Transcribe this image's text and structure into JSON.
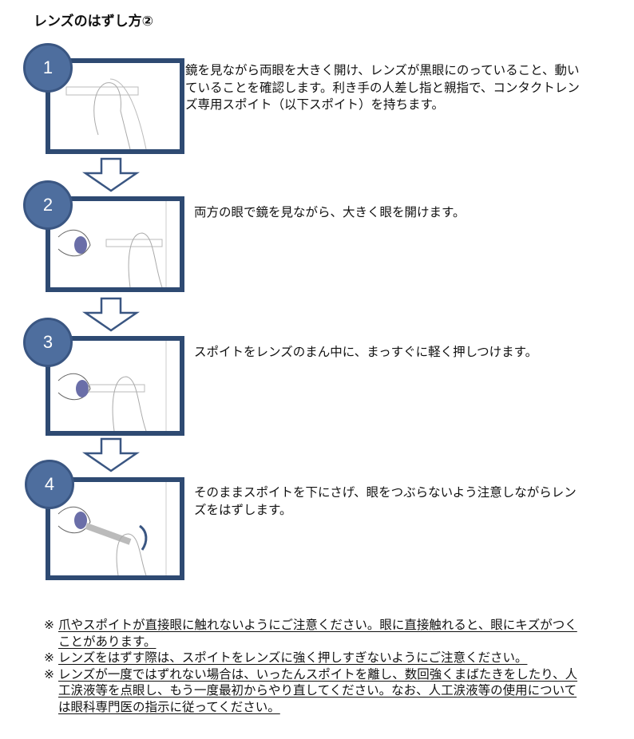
{
  "title": "レンズのはずし方②",
  "steps": [
    {
      "number": "1",
      "text": "鏡を見ながら両眼を大きく開け、レンズが黒眼にのっていること、動いていることを確認します。利き手の人差し指と親指で、コンタクトレンズ専用スポイト（以下スポイト）を持ちます。"
    },
    {
      "number": "2",
      "text": "両方の眼で鏡を見ながら、大きく眼を開けます。"
    },
    {
      "number": "3",
      "text": "スポイトをレンズのまん中に、まっすぐに軽く押しつけます。"
    },
    {
      "number": "4",
      "text": "そのままスポイトを下にさげ、眼をつぶらないよう注意しながらレンズをはずします。"
    }
  ],
  "notes": {
    "mark": "※",
    "items": [
      "爪やスポイトが直接眼に触れないようにご注意ください。眼に直接触れると、眼にキズがつくことがあります。",
      "レンズをはずす際は、スポイトをレンズに強く押しすぎないようにご注意ください。",
      "レンズが一度ではずれない場合は、いったんスポイトを離し、数回強くまばたきをしたり、人工涙液等を点眼し、もう一度最初からやり直してください。なお、人工涙液等の使用については眼科専門医の指示に従ってください。"
    ]
  },
  "colors": {
    "frame": "#2e4a72",
    "circle": "#4e6e9e"
  }
}
